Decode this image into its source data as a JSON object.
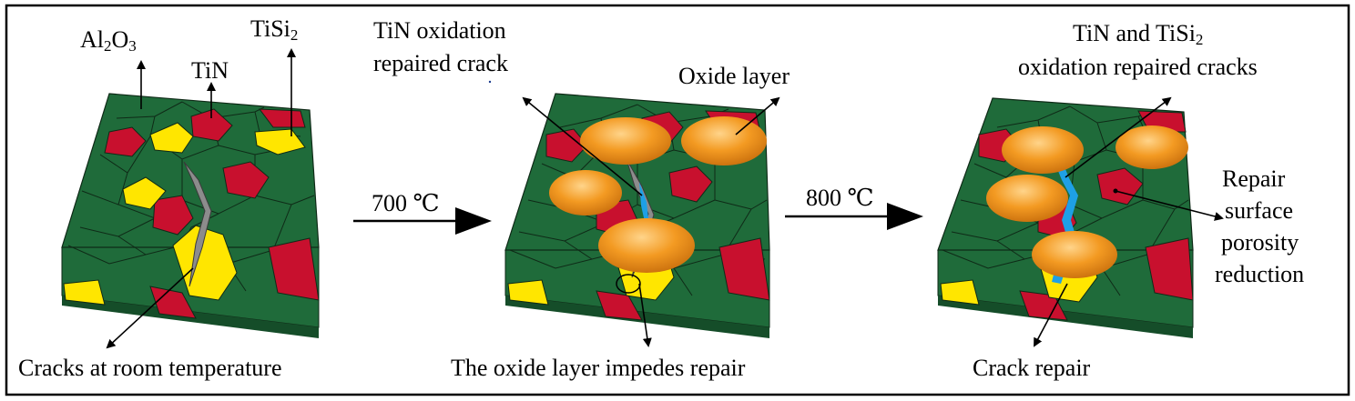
{
  "labels": {
    "al2o3": {
      "main": "Al",
      "sub1": "2",
      "mid": "O",
      "sub2": "3"
    },
    "tin": "TiN",
    "tisi2": {
      "main": "TiSi",
      "sub": "2"
    },
    "cracks_room_temp": "Cracks at room temperature",
    "tin_oxidation_line1": "TiN oxidation",
    "tin_oxidation_line2": "repaired crack",
    "oxide_layer": "Oxide layer",
    "oxide_impedes": "The oxide layer impedes repair",
    "both_oxidation_line1_a": "TiN and TiSi",
    "both_oxidation_line1_sub": "2",
    "both_oxidation_line2": "oxidation repaired cracks",
    "repair_line1": "Repair",
    "repair_line2": "surface",
    "repair_line3": "porosity",
    "repair_line4": "reduction",
    "crack_repair": "Crack repair"
  },
  "steps": [
    {
      "temperature": "700 ℃"
    },
    {
      "temperature": "800 ℃"
    }
  ],
  "colors": {
    "al2o3_grain": "#1f6b3a",
    "tin_grain": "#c8102e",
    "tisi2_grain": "#ffe600",
    "oxide": "#f0961e",
    "repaired_crack": "#1ea0e6",
    "crack": "#8c8c8c",
    "grain_edge": "#0f2a17"
  }
}
